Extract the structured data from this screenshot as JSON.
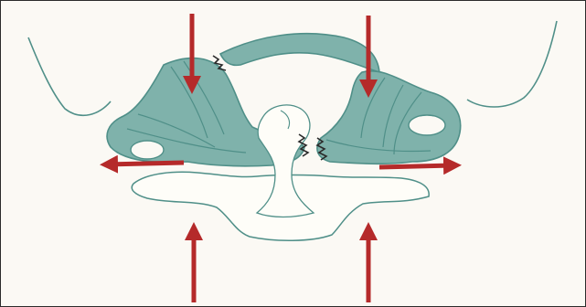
{
  "figure": {
    "subject": "cervical-vertebra-ring-fracture",
    "colors": {
      "paper": "#fbf9f4",
      "outline": "#4f8f88",
      "bone_fill": "#7fb2ab",
      "bone_fill_dark": "#6aa39b",
      "body_fill": "#fefdf8",
      "arrow": "#b52a2a",
      "fracture": "#2a2a2a"
    },
    "force_arrows": [
      "down-left",
      "down-right",
      "up-left",
      "up-right",
      "out-left",
      "out-right"
    ],
    "fracture_sites": [
      "upper-left-arch",
      "front-left-ring",
      "front-right-ring"
    ]
  }
}
